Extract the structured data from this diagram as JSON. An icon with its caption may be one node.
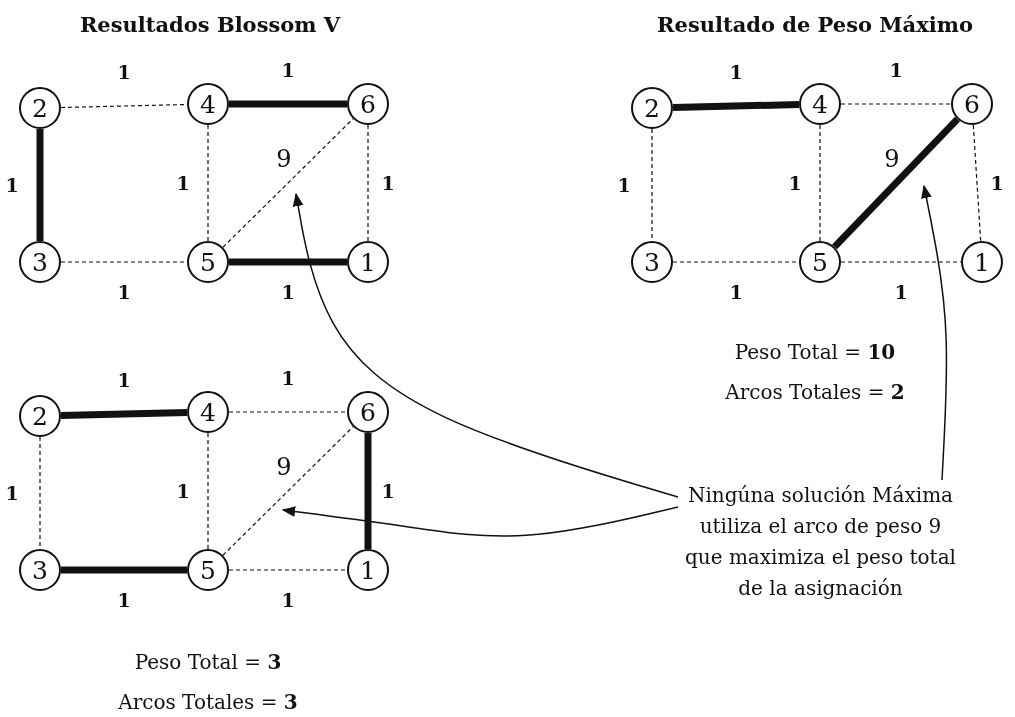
{
  "diagram": {
    "nodes": [
      {
        "text": [
          "2"
        ]
      },
      {
        "text": [
          "4"
        ]
      },
      {
        "text": [
          "6"
        ]
      },
      {
        "text": [
          "3"
        ]
      },
      {
        "text": [
          "5"
        ]
      },
      {
        "text": [
          "1"
        ]
      },
      {
        "text": [
          "2"
        ]
      },
      {
        "text": [
          "4"
        ]
      },
      {
        "text": [
          "6"
        ]
      },
      {
        "text": [
          "3"
        ]
      },
      {
        "text": [
          "5"
        ]
      },
      {
        "text": [
          "1"
        ]
      },
      {
        "text": [
          "2"
        ]
      },
      {
        "text": [
          "4"
        ]
      },
      {
        "text": [
          "6"
        ]
      },
      {
        "text": [
          "3"
        ]
      },
      {
        "text": [
          "5"
        ]
      },
      {
        "text": [
          "1"
        ]
      },
      {
        "text": [
          "Ningúna solución Máxima utiliza el arco de peso 9 que maximiza el peso total de la asignación"
        ]
      }
    ],
    "edges": [
      {
        "from": 0,
        "to": 1,
        "arrow": "none",
        "label": "1",
        "style": "dashed"
      },
      {
        "from": 1,
        "to": 2,
        "arrow": "none",
        "label": "1",
        "style": "thick"
      },
      {
        "from": 0,
        "to": 3,
        "arrow": "none",
        "label": "1",
        "style": "thick"
      },
      {
        "from": 1,
        "to": 4,
        "arrow": "none",
        "label": "1",
        "style": "dashed"
      },
      {
        "from": 2,
        "to": 5,
        "arrow": "none",
        "label": "1",
        "style": "dashed"
      },
      {
        "from": 3,
        "to": 4,
        "arrow": "none",
        "label": "1",
        "style": "dashed"
      },
      {
        "from": 4,
        "to": 5,
        "arrow": "none",
        "label": "1",
        "style": "thick"
      },
      {
        "from": 4,
        "to": 2,
        "arrow": "none",
        "label": "9",
        "style": "dashed"
      },
      {
        "from": 6,
        "to": 7,
        "arrow": "none",
        "label": "1",
        "style": "thick"
      },
      {
        "from": 7,
        "to": 8,
        "arrow": "none",
        "label": "1",
        "style": "dashed"
      },
      {
        "from": 6,
        "to": 9,
        "arrow": "none",
        "label": "1",
        "style": "dashed"
      },
      {
        "from": 7,
        "to": 10,
        "arrow": "none",
        "label": "1",
        "style": "dashed"
      },
      {
        "from": 8,
        "to": 11,
        "arrow": "none",
        "label": "1",
        "style": "dashed"
      },
      {
        "from": 9,
        "to": 10,
        "arrow": "none",
        "label": "1",
        "style": "dashed"
      },
      {
        "from": 10,
        "to": 11,
        "arrow": "none",
        "label": "1",
        "style": "dashed"
      },
      {
        "from": 10,
        "to": 8,
        "arrow": "none",
        "label": "9",
        "style": "thick"
      },
      {
        "from": 12,
        "to": 13,
        "arrow": "none",
        "label": "1",
        "style": "thick"
      },
      {
        "from": 13,
        "to": 14,
        "arrow": "none",
        "label": "1",
        "style": "dashed"
      },
      {
        "from": 12,
        "to": 15,
        "arrow": "none",
        "label": "1",
        "style": "dashed"
      },
      {
        "from": 13,
        "to": 16,
        "arrow": "none",
        "label": "1",
        "style": "dashed"
      },
      {
        "from": 14,
        "to": 17,
        "arrow": "none",
        "label": "1",
        "style": "thick"
      },
      {
        "from": 15,
        "to": 16,
        "arrow": "none",
        "label": "1",
        "style": "thick"
      },
      {
        "from": 16,
        "to": 17,
        "arrow": "none",
        "label": "1",
        "style": "dashed"
      },
      {
        "from": 16,
        "to": 14,
        "arrow": "none",
        "label": "9",
        "style": "dashed"
      },
      {
        "from": 18,
        "to": null,
        "arrow": "to"
      },
      {
        "from": 18,
        "to": null,
        "arrow": "to"
      },
      {
        "from": 18,
        "to": null,
        "arrow": "to"
      }
    ],
    "labels": [
      "Resultados Blossom V",
      "Resultado de Peso Máximo",
      "Peso Total = **10**",
      "Arcos Totales = **2**",
      "Peso Total = **3**",
      "Arcos Totales = **3**"
    ]
  }
}
